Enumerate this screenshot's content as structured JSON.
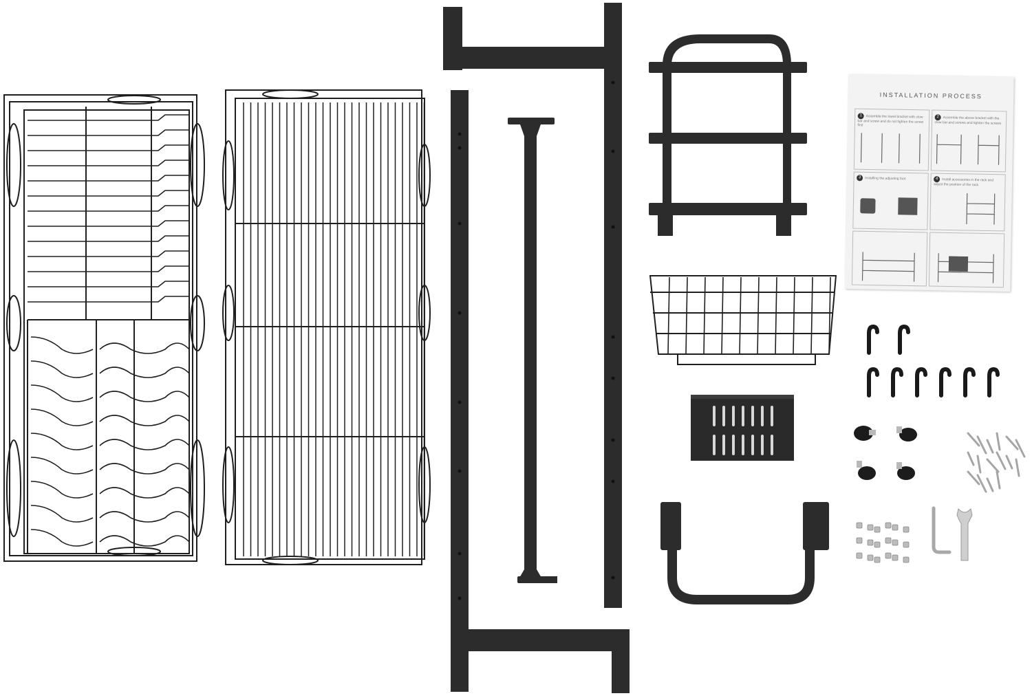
{
  "sheet": {
    "title": "INSTALLATION PROCESS",
    "steps": [
      {
        "num": "1",
        "text": "Assemble the towel bracket with clow bar and screw and do not tighten the screw first"
      },
      {
        "num": "2",
        "text": "Assemble the above bracket with the clow bar and screws and tighten the screws"
      },
      {
        "num": "3",
        "text": "Installing the adjusting foot"
      },
      {
        "num": "4",
        "text": "Install accessories in the rack and adjust the position of the rack"
      }
    ]
  },
  "colors": {
    "metal": "#2c2c2c",
    "wire": "#1e1e1e",
    "paper": "#f3f3f3",
    "screw": "#b9b9b9"
  }
}
